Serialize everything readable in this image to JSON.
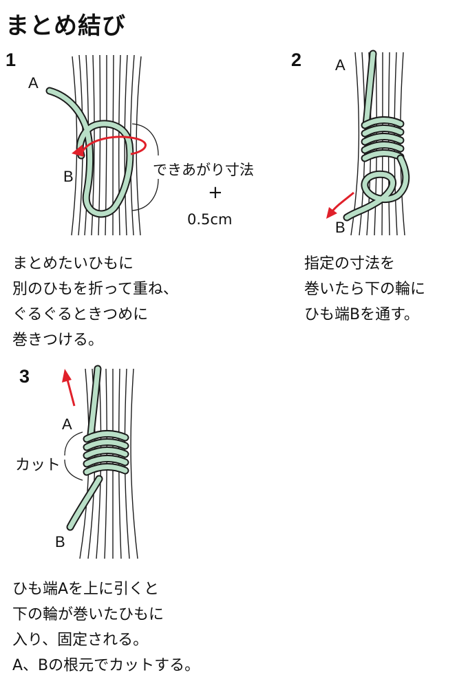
{
  "title": "まとめ結び",
  "steps": [
    {
      "number": "1",
      "label_a": "A",
      "label_b": "B",
      "measure_text": "できあがり寸法",
      "measure_plus": "+",
      "measure_extra": "0.5cm",
      "caption": [
        "まとめたいひもに",
        "別のひもを折って重ね、",
        "ぐるぐるときつめに",
        "巻きつける。"
      ]
    },
    {
      "number": "2",
      "label_a": "A",
      "label_b": "B",
      "caption": [
        "指定の寸法を",
        "巻いたら下の輪に",
        "ひも端Bを通す。"
      ]
    },
    {
      "number": "3",
      "label_a": "A",
      "label_b": "B",
      "cut_label": "カット",
      "caption": [
        "ひも端Aを上に引くと",
        "下の輪が巻いたひもに",
        "入り、固定される。",
        "A、Bの根元でカットする。"
      ]
    }
  ],
  "colors": {
    "cord_fill": "#b9dfc7",
    "cord_outline": "#1b1b1b",
    "arrow": "#e0202a",
    "strands": "#1b1b1b"
  }
}
